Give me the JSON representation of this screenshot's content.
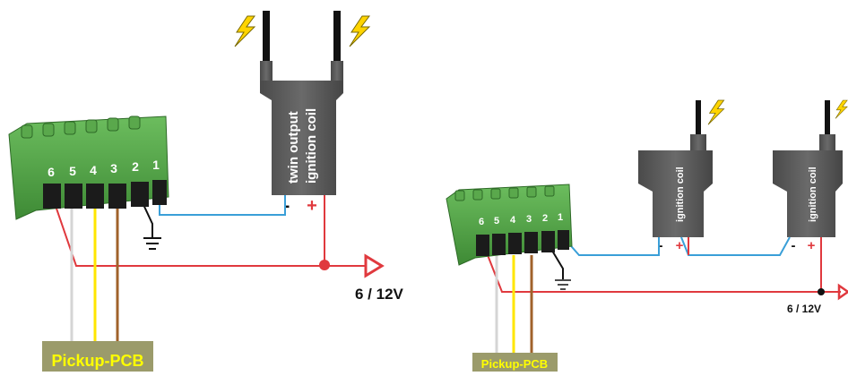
{
  "left": {
    "coil_label_line1": "twin output",
    "coil_label_line2": "ignition coil",
    "coil_minus": "-",
    "coil_plus": "+",
    "terminal_numbers": [
      "6",
      "5",
      "4",
      "3",
      "2",
      "1"
    ],
    "supply_label": "6 / 12V",
    "pickup_label": "Pickup-PCB"
  },
  "right": {
    "coil1_label": "ignition coil",
    "coil2_label": "ignition coil",
    "coil_minus": "-",
    "coil_plus": "+",
    "terminal_numbers": [
      "6",
      "5",
      "4",
      "3",
      "2",
      "1"
    ],
    "supply_label": "6 / 12V",
    "pickup_label": "Pickup-PCB"
  },
  "colors": {
    "terminal_block": "#4f9e43",
    "coil_body": "#555555",
    "power_wire": "#e0393e",
    "signal_wire": "#3a9fd8",
    "ground_wire": "#111111",
    "wire_yellow": "#ffe600",
    "wire_brown": "#a0622b",
    "wire_white": "#d5d5d5",
    "spark": "#ffd400"
  },
  "icons": [
    "lightning-icon",
    "ground-icon"
  ]
}
